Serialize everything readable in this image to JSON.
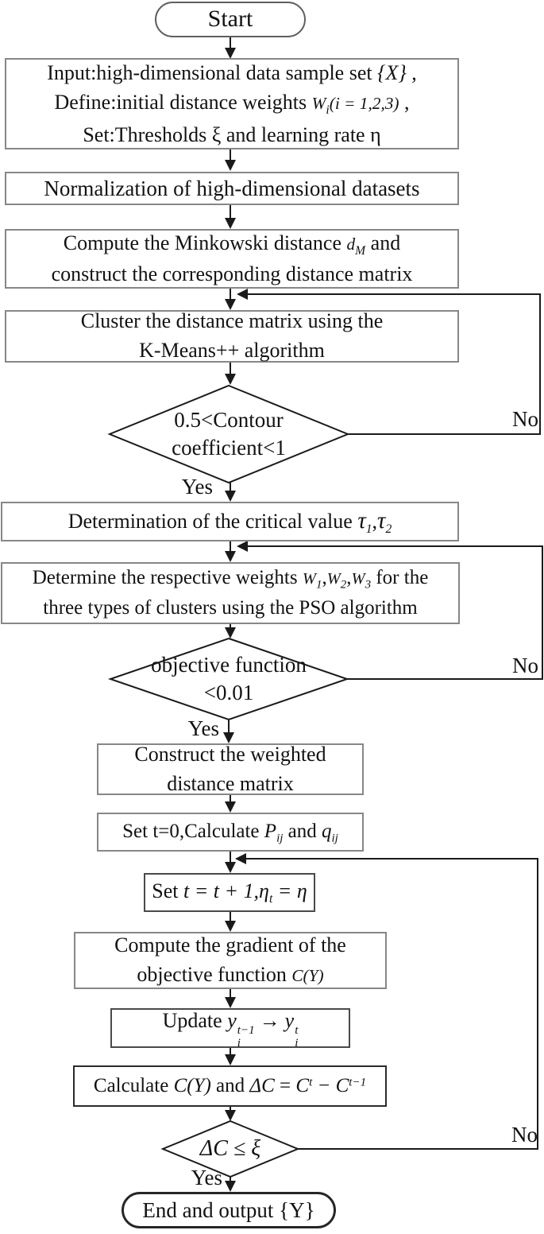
{
  "nodes": {
    "start": {
      "label": "Start"
    },
    "input": {
      "l1_pre": "Input:high-dimensional data sample set ",
      "l1_brace": "{X}",
      "l1_post": " ,",
      "l2_pre": "Define:initial distance weights ",
      "l2_W": "W",
      "l2_Wsub": "i",
      "l2_paren": "(i = 1,2,3)",
      "l2_post": " ,",
      "l3": "Set:Thresholds ξ and learning rate η"
    },
    "normalize": {
      "l1": "Normalization of high-dimensional datasets"
    },
    "minkowski": {
      "l1_pre": "Compute the Minkowski distance ",
      "d": "d",
      "dsub": "M",
      "l1_post": " and",
      "l2": "construct the corresponding distance matrix"
    },
    "cluster": {
      "l1": "Cluster the distance matrix using the",
      "l2": "K-Means++ algorithm"
    },
    "decision_contour": {
      "l1": "0.5<Contour",
      "l2": "coefficient<1",
      "yes": "Yes",
      "no": "No"
    },
    "critical": {
      "pre": "Determination of the critical value ",
      "tau": "τ",
      "sub1": "1",
      "comma": ",",
      "sub2": "2"
    },
    "pso": {
      "l1_pre": "Determine the respective weights ",
      "W": "W",
      "sub1": "1",
      "sub2": "2",
      "sub3": "3",
      "comma": ",",
      "l1_post": " for the",
      "l2": "three types of clusters using the PSO algorithm"
    },
    "decision_objective": {
      "l1": "objective function",
      "l2": "<0.01",
      "yes": "Yes",
      "no": "No"
    },
    "weighted": {
      "l1": "Construct the weighted",
      "l2": "distance matrix"
    },
    "set_t0": {
      "pre": "Set t=0,Calculate ",
      "P": "P",
      "Psub": "ij",
      "mid": " and ",
      "q": "q",
      "qsub": "ij"
    },
    "set_t1": {
      "pre": "Set ",
      "m1": "t = t + 1,",
      "eta": "η",
      "etasub": "t",
      "m2": " = η"
    },
    "gradient": {
      "l1": "Compute the gradient of the",
      "l2_pre": "objective function ",
      "cy": "C(Y)"
    },
    "update": {
      "pre": "Update ",
      "y": "y",
      "sup1": "t−1",
      "sub1": "i",
      "arrow": "→",
      "sup2": "t",
      "sub2": "i"
    },
    "calc": {
      "pre": "Calculate ",
      "cy": "C(Y)",
      "mid": " and ",
      "delta": "ΔC",
      "eq": " = ",
      "c": "C",
      "sup1": "t",
      "minus": " − ",
      "sup2": "t−1"
    },
    "decision_delta": {
      "label": "ΔC ≤ ξ",
      "yes": "Yes",
      "no": "No"
    },
    "end": {
      "label": "End and output {Y}"
    }
  },
  "colors": {
    "line": "#1a1a1a",
    "box_border": "#878787",
    "background": "#ffffff",
    "text": "#121212"
  }
}
